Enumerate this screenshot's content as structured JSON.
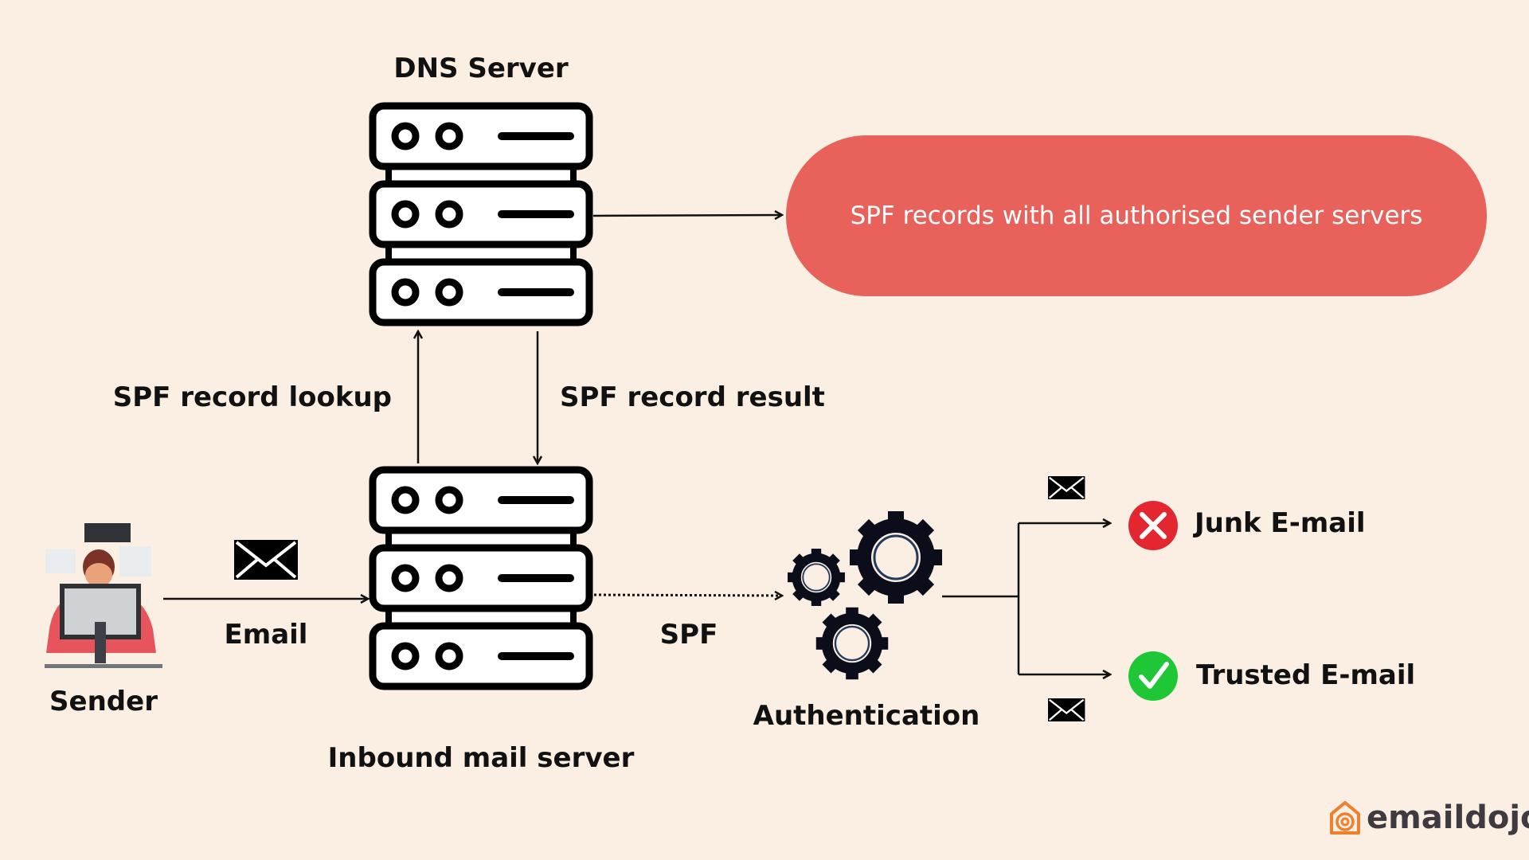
{
  "dns_server": {
    "title": "DNS Server"
  },
  "spf_records_pill": {
    "text": "SPF records with all authorised sender servers",
    "color": "#e8615a"
  },
  "lookup_label": "SPF record lookup",
  "result_label": "SPF record  result",
  "inbound_server": {
    "title": "Inbound mail server"
  },
  "sender": {
    "label": "Sender"
  },
  "email_label": "Email",
  "spf_label": "SPF",
  "authentication_label": "Authentication",
  "outcomes": {
    "junk": {
      "label": "Junk E-mail",
      "icon": "x-circle-icon",
      "color": "#e3262f"
    },
    "trusted": {
      "label": "Trusted E-mail",
      "icon": "check-circle-icon",
      "color": "#1ec736"
    }
  },
  "brand": {
    "name": "emaildojo",
    "color": "#f07f2c"
  }
}
